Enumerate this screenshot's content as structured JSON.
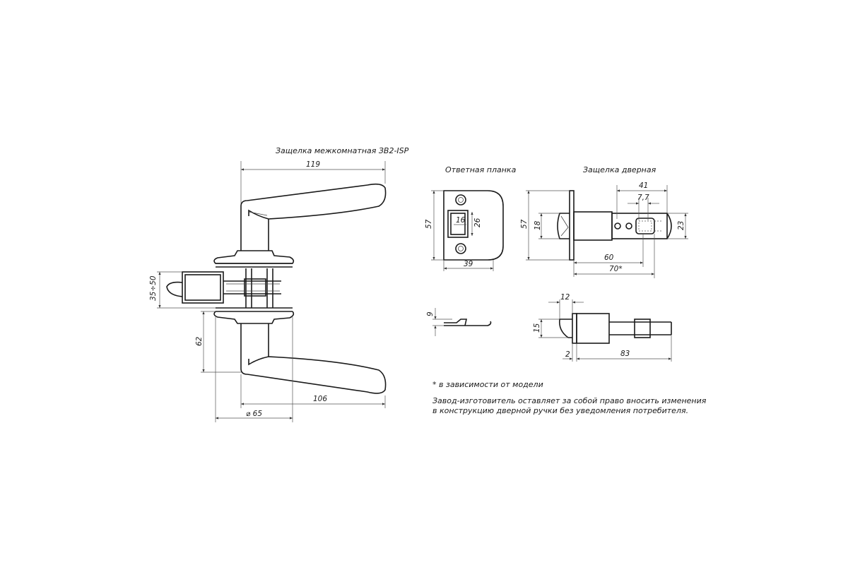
{
  "titles": {
    "main": "Защелка межкомнатная ЗВ2-ISP",
    "strike": "Ответная планка",
    "latch": "Защелка дверная"
  },
  "dims": {
    "d119": "119",
    "d35_50": "35÷50",
    "d62": "62",
    "d106": "106",
    "d65": "⌀ 65",
    "s57": "57",
    "s16": "16",
    "s26": "26",
    "s39": "39",
    "s9": "9",
    "l57": "57",
    "l18": "18",
    "l41": "41",
    "l77": "7,7",
    "l23": "23",
    "l60": "60",
    "l70": "70*",
    "l12": "12",
    "l15": "15",
    "l2": "2",
    "l83": "83"
  },
  "notes": {
    "footnote": "* в зависимости от модели",
    "disclaimer_1": "Завод-изготовитель оставляет за собой право вносить изменения",
    "disclaimer_2": "в конструкцию дверной ручки без уведомления потребителя."
  }
}
